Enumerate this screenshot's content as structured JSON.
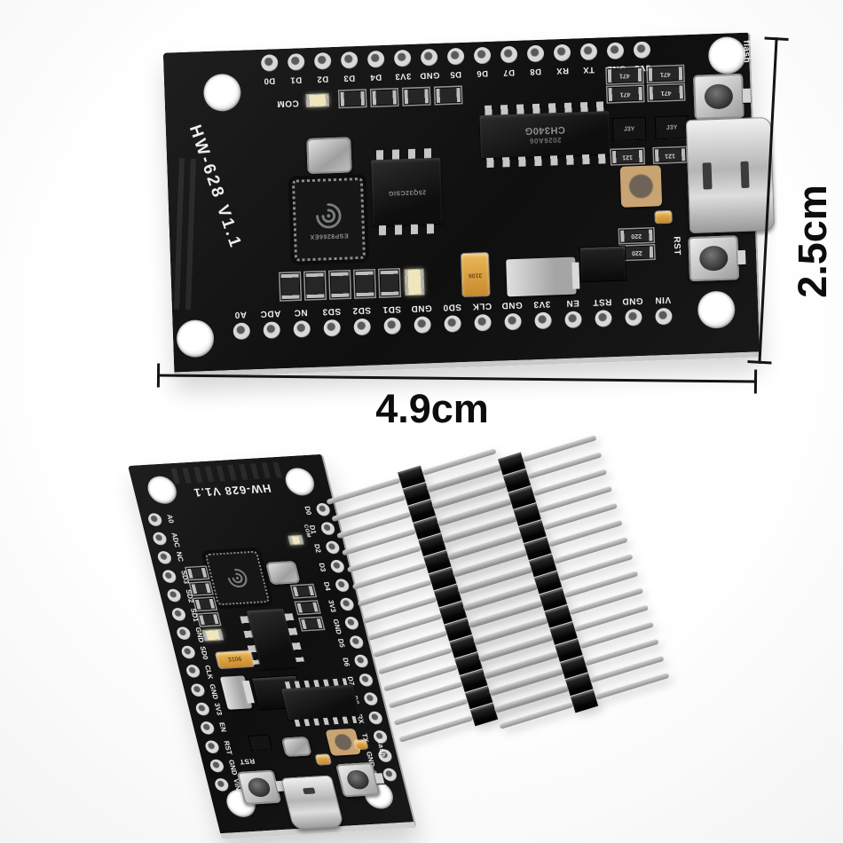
{
  "photo": {
    "width_label": "4.9cm",
    "height_label": "2.5cm"
  },
  "board": {
    "model": "HW-628 V1.1",
    "silkscreen": {
      "com": "COM",
      "rst": "RST",
      "flash": "flash"
    },
    "top_row_pins": [
      "D0",
      "D1",
      "D2",
      "D3",
      "D4",
      "3V3",
      "GND",
      "D5",
      "D6",
      "D7",
      "D8",
      "RX",
      "TX",
      "GND",
      "3V3"
    ],
    "bottom_row_pins": [
      "A0",
      "ADC",
      "NC",
      "SD3",
      "SD2",
      "SD1",
      "GND",
      "SD0",
      "CLK",
      "GND",
      "3V3",
      "EN",
      "RST",
      "GND",
      "VIN"
    ],
    "ics": {
      "wifi_mcu": "ESP8266EX",
      "flash_memory": "25Q32CSIG",
      "usb_uart": "CH340G",
      "usb_uart_lot": "2026A06"
    },
    "smd": {
      "r471_group": [
        "471",
        "471",
        "471",
        "471"
      ],
      "transistors": [
        "J3Y",
        "J3Y"
      ],
      "r121_group": [
        "121",
        "121"
      ],
      "r220_group": [
        "220",
        "220"
      ],
      "tantalum_cap": "3106"
    }
  },
  "headers": {
    "strips": 2,
    "pins_per_strip": 15
  }
}
